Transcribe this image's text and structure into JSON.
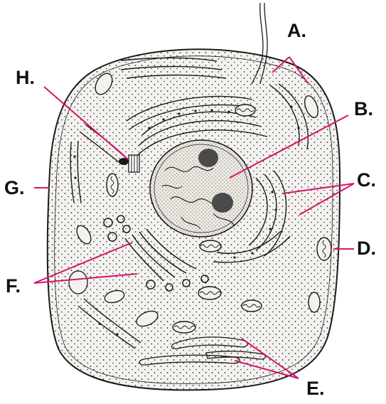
{
  "labels": {
    "a": "A.",
    "b": "B.",
    "c": "C.",
    "d": "D.",
    "e": "E.",
    "f": "F.",
    "g": "G.",
    "h": "H."
  },
  "colors": {
    "leader": "#d4146e",
    "ink": "#1a1a1a",
    "cytoplasm": "#f4f2ee",
    "nucleus": "#ece9e2"
  }
}
